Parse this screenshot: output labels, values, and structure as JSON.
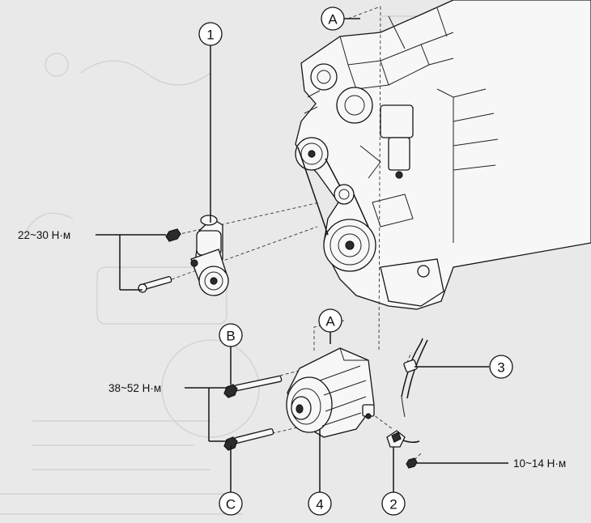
{
  "callouts": {
    "c1": "1",
    "c2": "2",
    "c3": "3",
    "c4": "4",
    "cA_top": "A",
    "cA_mid": "A",
    "cB": "B",
    "cC": "C"
  },
  "torques": {
    "tensioner": "22~30 Н·м",
    "alternator": "38~52 Н·м",
    "connector": "10~14 Н·м"
  },
  "parts": {
    "engine": "engine-block",
    "tensioner": "belt-tensioner",
    "alternator": "alternator",
    "harness": "wiring-harness",
    "connector": "connector-plug"
  }
}
